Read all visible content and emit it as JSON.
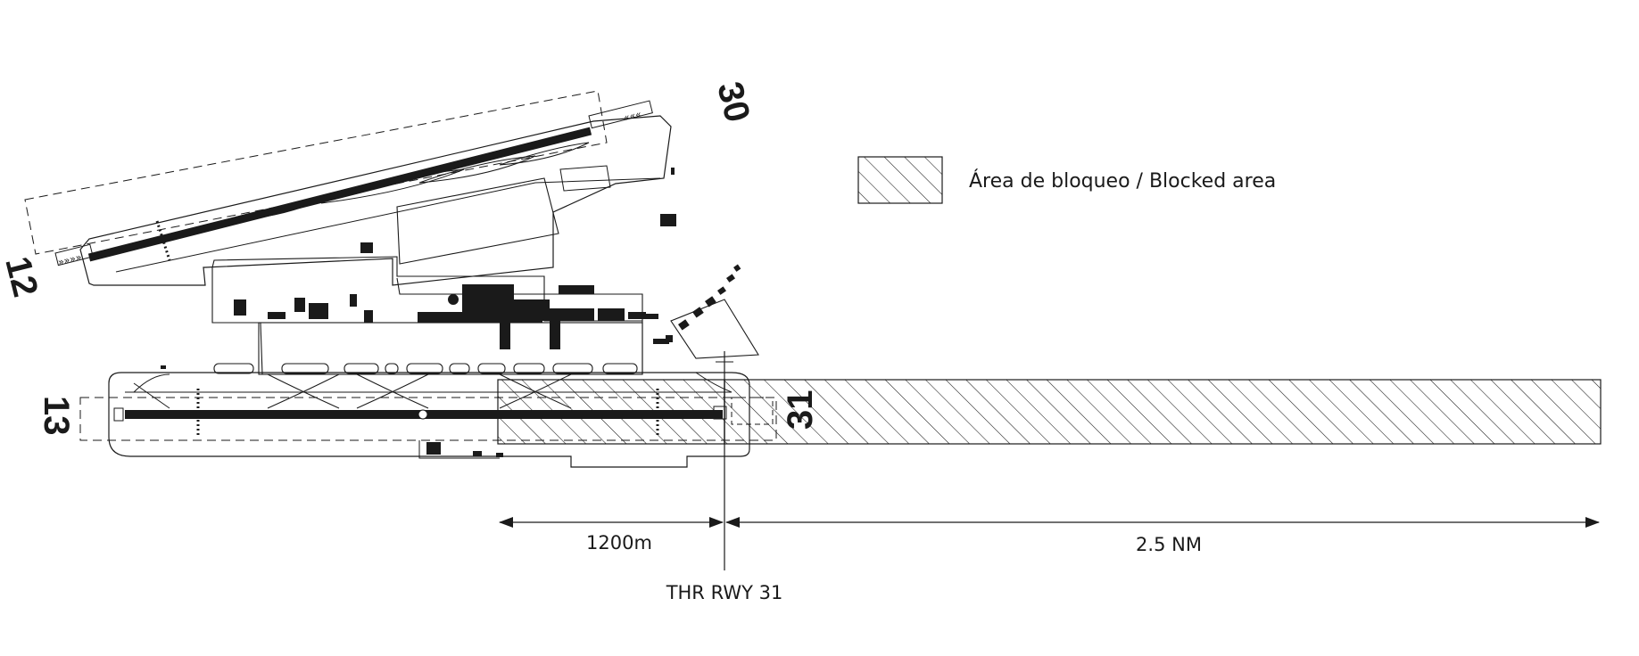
{
  "legend": {
    "label": "Área de bloqueo / Blocked area"
  },
  "runways": {
    "rwy_12": "12",
    "rwy_30": "30",
    "rwy_13": "13",
    "rwy_31": "31"
  },
  "dimensions": {
    "distance_1": "1200m",
    "distance_2": "2.5 NM",
    "threshold_label": "THR RWY 31"
  },
  "colors": {
    "ink": "#1a1a1a",
    "paper": "#ffffff"
  }
}
